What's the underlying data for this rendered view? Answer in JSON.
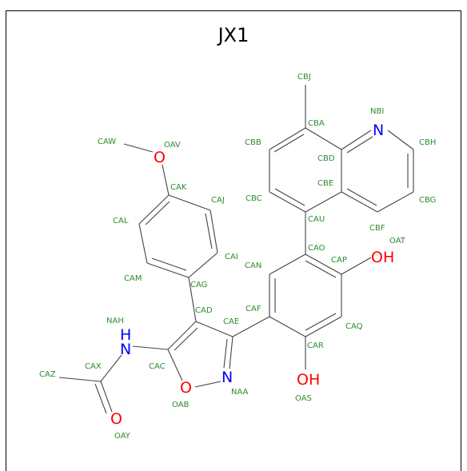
{
  "title": "JX1",
  "colors": {
    "carbon_label": "#2e8b2e",
    "oxygen": "#ff0000",
    "nitrogen": "#0000ff",
    "bond": "#444444"
  },
  "atom_symbols": {
    "O1": "O",
    "O2": "OH",
    "O3": "OH",
    "O4": "O",
    "O5": "O",
    "N1": "N",
    "N2": "N",
    "N3": "H",
    "N3b": "N"
  },
  "labels": {
    "CBJ": "CBJ",
    "NBI": "NBI",
    "CBA": "CBA",
    "CBB": "CBB",
    "CBH": "CBH",
    "CAW": "CAW",
    "OAV": "OAV",
    "CBD": "CBD",
    "CAK": "CAK",
    "CAJ": "CAJ",
    "CBC": "CBC",
    "CBE": "CBE",
    "CBG": "CBG",
    "CAL": "CAL",
    "CAU": "CAU",
    "CBF": "CBF",
    "OAT": "OAT",
    "CAO": "CAO",
    "CAN": "CAN",
    "CAI": "CAI",
    "CAP": "CAP",
    "CAM": "CAM",
    "CAG": "CAG",
    "CAD": "CAD",
    "CAF": "CAF",
    "NAH": "NAH",
    "CAE": "CAE",
    "CAQ": "CAQ",
    "CAR": "CAR",
    "CAX": "CAX",
    "CAC": "CAC",
    "CAZ": "CAZ",
    "NAA": "NAA",
    "OAS": "OAS",
    "OAB": "OAB",
    "OAY": "OAY"
  }
}
